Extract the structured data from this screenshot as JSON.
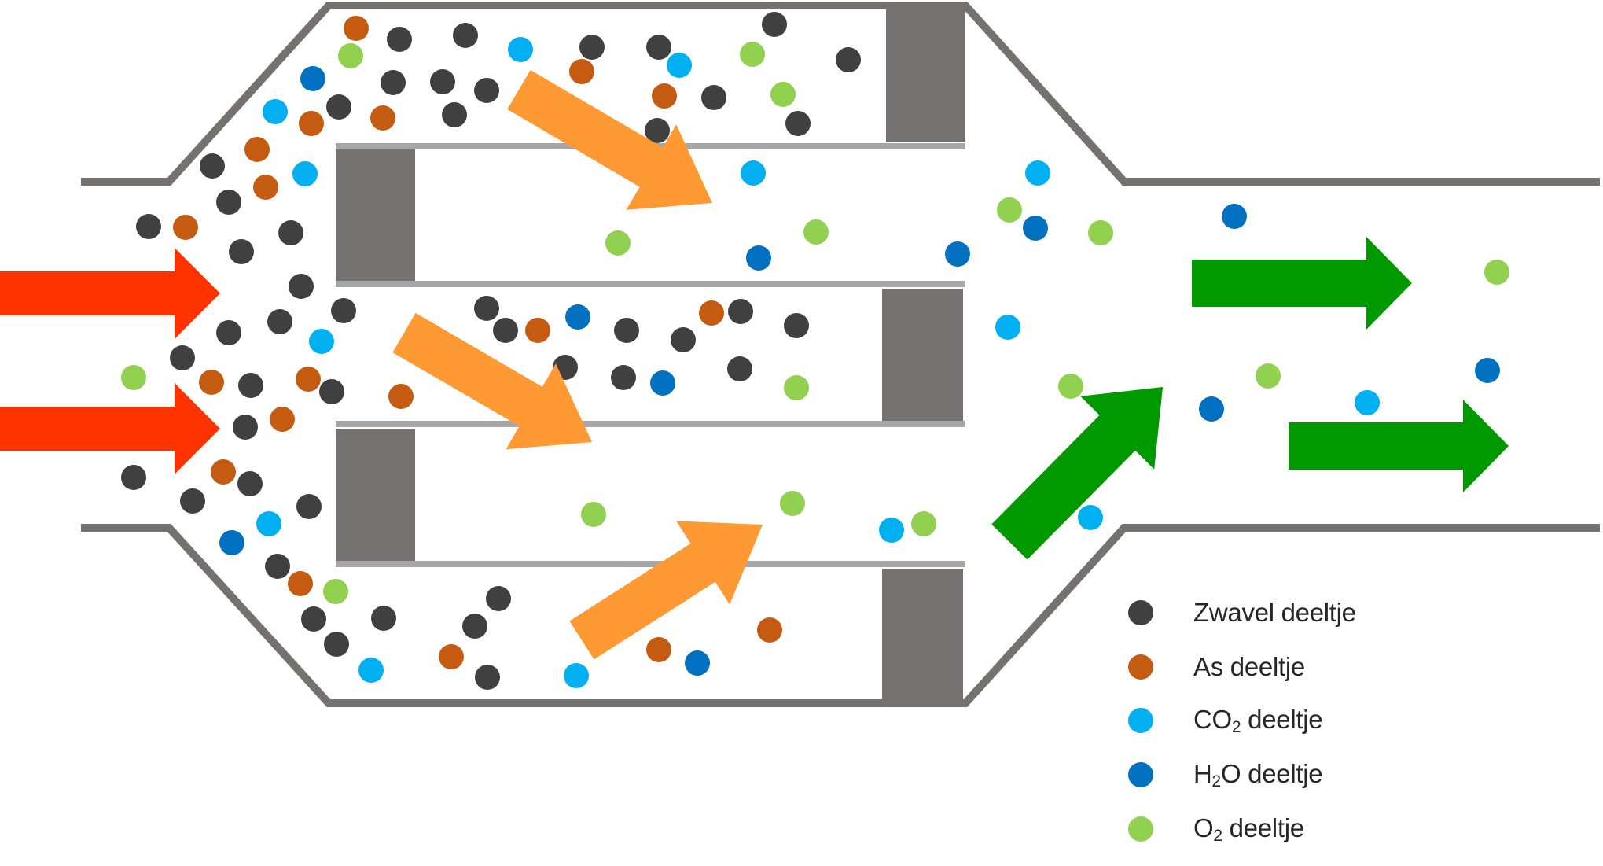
{
  "colors": {
    "zwavel": "#404040",
    "as": "#c55a11",
    "co2": "#00b0f0",
    "h2o": "#0070c0",
    "o2": "#92d050",
    "housing": "#767171",
    "plate": "#a6a6a6",
    "inflow_arrow": "#ff3300",
    "filter_arrow": "#ff9933",
    "outflow_arrow": "#009900"
  },
  "legend": [
    {
      "key": "zwavel",
      "text": "Zwavel deeltje"
    },
    {
      "key": "as",
      "text": "As deeltje"
    },
    {
      "key": "co2",
      "pre": "CO",
      "sub": "2",
      "post": " deeltje"
    },
    {
      "key": "h2o",
      "pre": "H",
      "sub": "2",
      "post": "O deeltje"
    },
    {
      "key": "o2",
      "pre": "O",
      "sub": "2",
      "post": " deeltje"
    }
  ]
}
